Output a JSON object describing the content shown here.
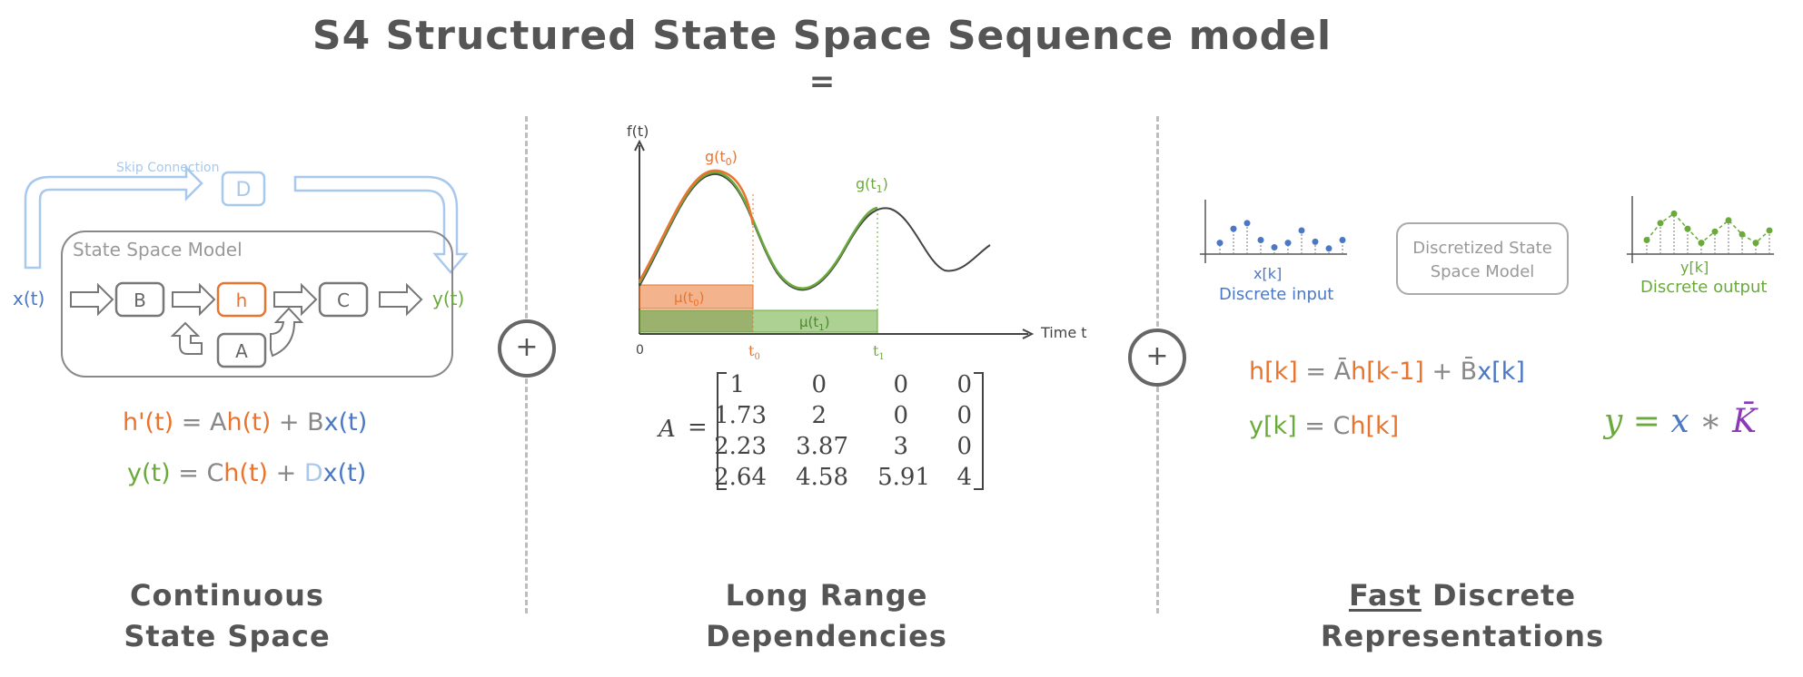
{
  "title": "S4 Structured State Space Sequence model",
  "equals": "=",
  "sections": [
    {
      "label_line1": "Continuous",
      "label_line2": "State Space"
    },
    {
      "label_line1": "Long Range",
      "label_line2": "Dependencies"
    },
    {
      "label_prefix": "Fast",
      "label_line1": " Discrete",
      "label_line2": "Representations"
    }
  ],
  "plus_sign": "+",
  "ssm_diagram": {
    "skip_label": "Skip Connection",
    "d_label": "D",
    "model_label": "State Space Model",
    "x_label": "x(t)",
    "y_label": "y(t)",
    "b_label": "B",
    "h_label": "h",
    "c_label": "C",
    "a_label": "A"
  },
  "continuous_eqs": {
    "eq1": {
      "lhs": "h'(t)",
      "eq": " = ",
      "A": "A",
      "h": "h(t)",
      "plus": " + ",
      "B": "B",
      "x": "x(t)"
    },
    "eq2": {
      "lhs": "y(t)",
      "eq": " = ",
      "C": "C",
      "h": "h(t)",
      "plus": " + ",
      "D": "D",
      "x": "x(t)"
    }
  },
  "plot": {
    "ylabel": "f(t)",
    "xlabel": "Time t",
    "origin": "0",
    "t0": "t",
    "t0_sub": "0",
    "t1": "t",
    "t1_sub": "1",
    "g0": "g(t",
    "g0_sub": "0",
    "g1": "g(t",
    "g1_sub": "1",
    "mu0": "μ(t",
    "mu0_sub": "0",
    "mu1": "μ(t",
    "mu1_sub": "1",
    "close_paren": ")",
    "colors": {
      "orange": "#e8742f",
      "green": "#6aaa3a",
      "dark": "#444444"
    }
  },
  "matrix": {
    "name": "A",
    "eq": "=",
    "rows": [
      [
        "1",
        "0",
        "0",
        "0"
      ],
      [
        "1.73",
        "2",
        "0",
        "0"
      ],
      [
        "2.23",
        "3.87",
        "3",
        "0"
      ],
      [
        "2.64",
        "4.58",
        "5.91",
        "4"
      ]
    ]
  },
  "discrete": {
    "input_label": "x[k]",
    "input_caption": "Discrete input",
    "model_label_line1": "Discretized State",
    "model_label_line2": "Space Model",
    "output_label": "y[k]",
    "output_caption": "Discrete output",
    "input_values": [
      0.2,
      0.45,
      0.55,
      0.25,
      0.12,
      0.2,
      0.42,
      0.22,
      0.1,
      0.25
    ],
    "output_values": [
      0.25,
      0.55,
      0.72,
      0.45,
      0.2,
      0.4,
      0.6,
      0.35,
      0.2,
      0.42
    ],
    "eq1": {
      "lhs": "h[k]",
      "eq": " = ",
      "Abar": "Ā",
      "h": "h[k-1]",
      "plus": " + ",
      "Bbar": "B̄",
      "x": "x[k]"
    },
    "eq2": {
      "lhs": "y[k]",
      "eq": " = ",
      "C": "C",
      "h": "h[k]"
    },
    "conv": {
      "y": "y",
      "eq": " = ",
      "x": "x",
      "star": " ∗ ",
      "K": "K̄"
    }
  }
}
